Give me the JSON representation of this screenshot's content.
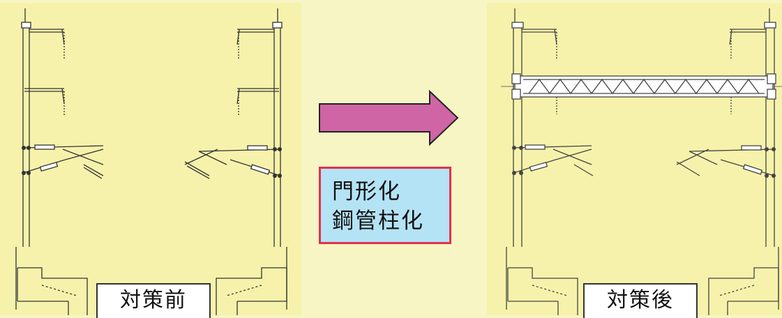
{
  "before": {
    "caption": "対策前"
  },
  "after": {
    "caption": "対策後"
  },
  "measures": {
    "line1": "門形化",
    "line2": "鋼管柱化"
  },
  "colors": {
    "background": "#f8f5c4",
    "panel": "#f6f2ab",
    "arrow": "#cf65a5",
    "box_fill": "#b4e3f6",
    "box_border": "#e2304e"
  }
}
